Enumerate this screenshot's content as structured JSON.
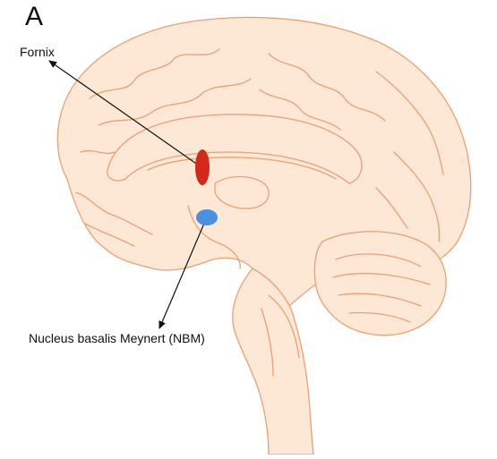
{
  "panel_letter": "A",
  "labels": {
    "fornix": "Fornix",
    "nbm": "Nucleus basalis Meynert (NBM)"
  },
  "colors": {
    "brain_outline": "#e8a172",
    "brain_fill": "#fde8d6",
    "fornix_marker": "#d3281a",
    "nbm_marker": "#4a90e2",
    "arrow": "#111111",
    "background": "#ffffff"
  }
}
